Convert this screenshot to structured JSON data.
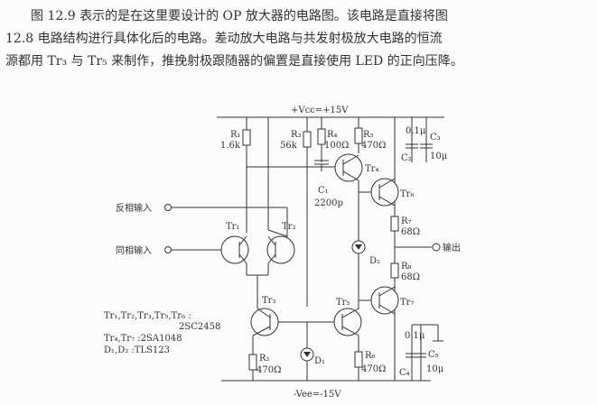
{
  "text": {
    "line1": "图 12.9 表示的是在这里要设计的 OP 放大器的电路图。该电路是直接将图",
    "line2": "12.8 电路结构进行具体化后的电路。差动放大电路与共发射极放大电路的恒流",
    "line3": "源都用 Tr₃ 与 Tr₅ 来制作，推挽射极跟随器的偏置是直接使用 LED 的正向压降。"
  },
  "circuit": {
    "vcc": "+Vcc=+15V",
    "vee": "-Vee=-15V",
    "inv_input": "反相输入",
    "noninv_input": "同相输入",
    "output": "输出",
    "R1": {
      "name": "R₁",
      "value": "1.6k"
    },
    "R2": {
      "name": "R₂",
      "value": "470Ω"
    },
    "R3": {
      "name": "R₃",
      "value": "56k"
    },
    "R4": {
      "name": "R₄",
      "value": "100Ω"
    },
    "R5": {
      "name": "R₅",
      "value": "470Ω"
    },
    "R6": {
      "name": "R₆",
      "value": "470Ω"
    },
    "R7": {
      "name": "R₇",
      "value": "68Ω"
    },
    "R8": {
      "name": "R₈",
      "value": "68Ω"
    },
    "C1": {
      "name": "C₁",
      "value": "2200p"
    },
    "C2": {
      "name": "C₂",
      "value": "0.1μ"
    },
    "C3": {
      "name": "C₃",
      "value": "10μ"
    },
    "C4": {
      "name": "C₄",
      "value": "0.1μ"
    },
    "C5": {
      "name": "C₅",
      "value": "10μ"
    },
    "Tr1": "Tr₁",
    "Tr2": "Tr₂",
    "Tr3": "Tr₃",
    "Tr4": "Tr₄",
    "Tr5": "Tr₅",
    "Tr6": "Tr₆",
    "Tr7": "Tr₇",
    "D1": "D₁",
    "D2": "D₂",
    "parts": {
      "l1": "Tr₁,Tr₂,Tr₃,Tr₅,Tr₆ :",
      "l2": "2SC2458",
      "l3": "Tr₄,Tr₇ :2SA1048",
      "l4": "D₁,D₂ :TLS123"
    }
  }
}
